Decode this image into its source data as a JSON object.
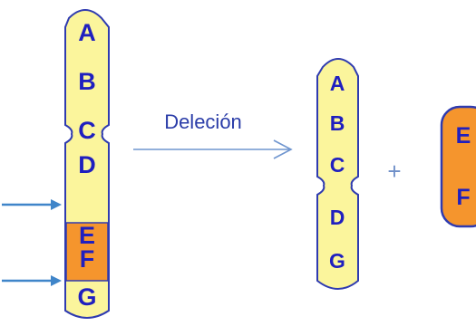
{
  "colors": {
    "chromosome_fill": "#fbf59c",
    "deleted_segment_fill": "#f5952d",
    "outline": "#2f3bb0",
    "letter": "#1f1fbf",
    "pointer_arrow": "#3f85c9",
    "process_arrow": "#6f95cf"
  },
  "original_chromosome": {
    "genes": [
      "A",
      "B",
      "C",
      "D",
      "E",
      "F",
      "G"
    ],
    "deleted_genes": [
      "E",
      "F"
    ]
  },
  "process": {
    "label": "Deleción",
    "plus": "+"
  },
  "result_chromosome": {
    "genes": [
      "A",
      "B",
      "C",
      "D",
      "G"
    ]
  },
  "fragment": {
    "genes": [
      "E",
      "F"
    ]
  }
}
